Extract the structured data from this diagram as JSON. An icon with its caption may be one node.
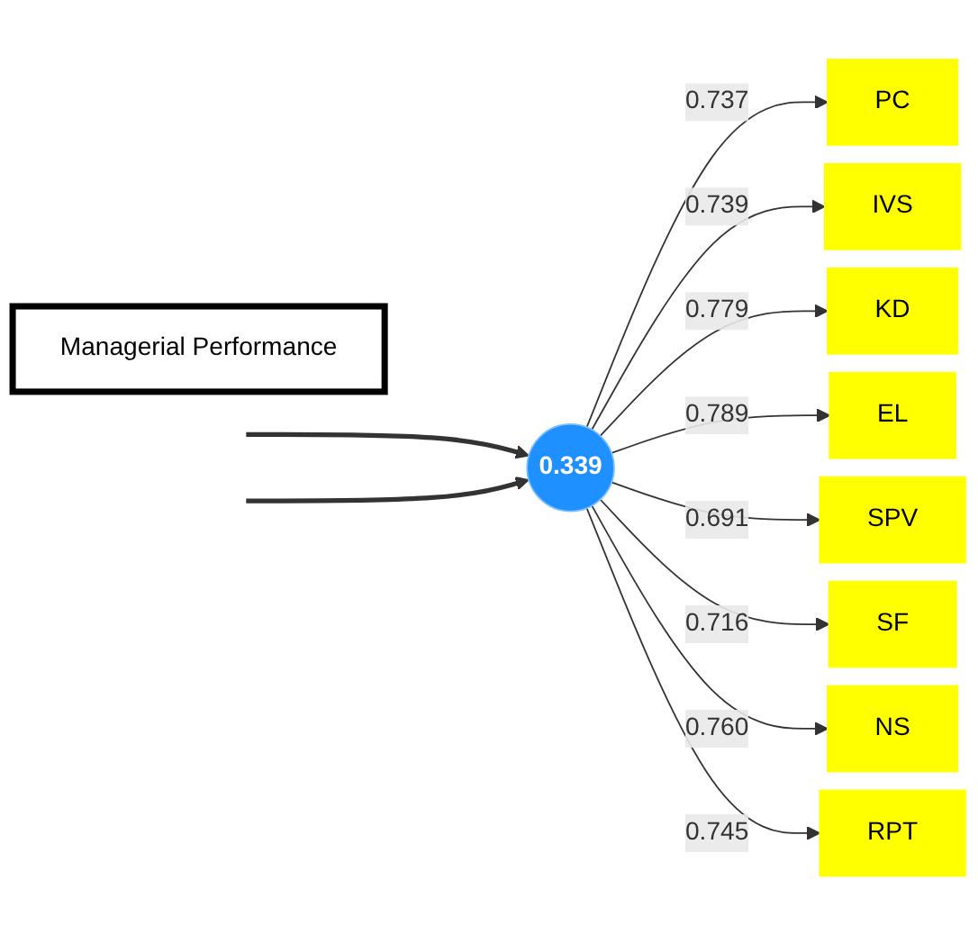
{
  "diagram": {
    "nodes": [
      {
        "text": [
          "0.339"
        ]
      },
      {
        "text": [
          "Managerial Performance"
        ]
      },
      {
        "text": [
          "PC"
        ]
      },
      {
        "text": [
          "IVS"
        ]
      },
      {
        "text": [
          "KD"
        ]
      },
      {
        "text": [
          "EL"
        ]
      },
      {
        "text": [
          "SPV"
        ]
      },
      {
        "text": [
          "SF"
        ]
      },
      {
        "text": [
          "NS"
        ]
      },
      {
        "text": [
          "RPT"
        ]
      }
    ],
    "edges": [
      {
        "from": null,
        "to": 0,
        "arrow": "to",
        "style": "thick"
      },
      {
        "from": null,
        "to": 0,
        "arrow": "to",
        "style": "thick"
      },
      {
        "from": 0,
        "to": 2,
        "arrow": "to",
        "label": "0.737"
      },
      {
        "from": 0,
        "to": 3,
        "arrow": "to",
        "label": "0.739"
      },
      {
        "from": 0,
        "to": 4,
        "arrow": "to",
        "label": "0.779"
      },
      {
        "from": 0,
        "to": 5,
        "arrow": "to",
        "label": "0.789"
      },
      {
        "from": 0,
        "to": 6,
        "arrow": "to",
        "label": "0.691"
      },
      {
        "from": 0,
        "to": 7,
        "arrow": "to",
        "label": "0.716"
      },
      {
        "from": 0,
        "to": 8,
        "arrow": "to",
        "label": "0.760"
      },
      {
        "from": 0,
        "to": 9,
        "arrow": "to",
        "label": "0.745"
      }
    ]
  }
}
